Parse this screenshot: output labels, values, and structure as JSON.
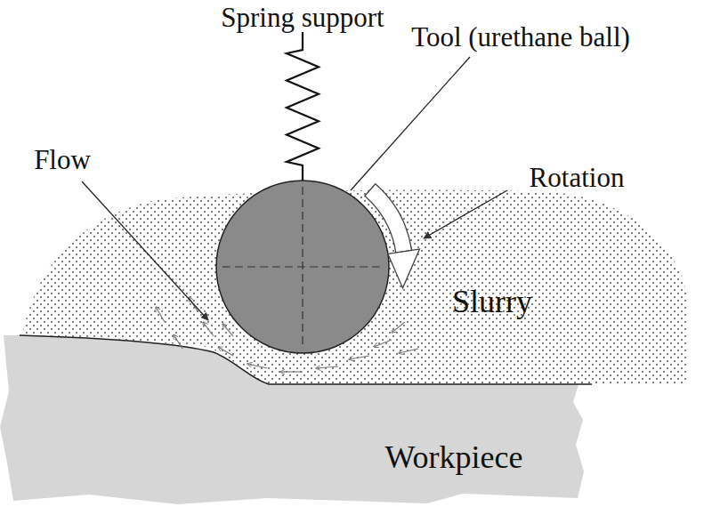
{
  "diagram": {
    "nodes": [
      {
        "text": [
          "Slurry"
        ]
      },
      {
        "text": [
          "Workpiece"
        ]
      }
    ],
    "labels": [
      "Spring support",
      "Tool (urethane ball)",
      "Flow",
      "Rotation"
    ]
  }
}
